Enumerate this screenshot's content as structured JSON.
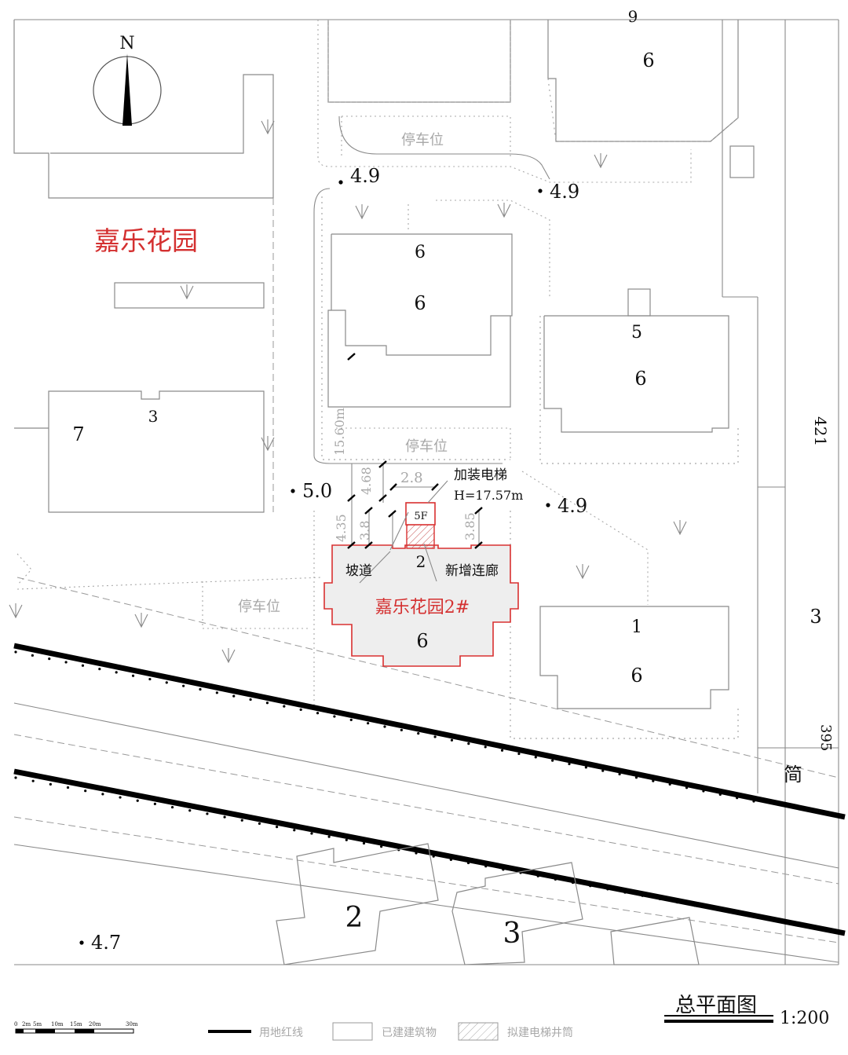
{
  "drawing": {
    "title": "总平面图",
    "scale": "1:200",
    "north_label": "N",
    "site_name": "嘉乐花园"
  },
  "target_building": {
    "name": "嘉乐花园2#",
    "floors": "6",
    "elevator_label": "加装电梯",
    "elevator_height": "H=17.57m",
    "elevator_stop": "5F",
    "label_ramp": "坡道",
    "label_corridor": "新增连廊",
    "entry_number": "2"
  },
  "dimensions": {
    "d_15_60": "15.60m",
    "d_4_68": "4.68",
    "d_2_8": "2.8",
    "d_4_35": "4.35",
    "d_3_8": "3.8",
    "d_3_85": "3.85"
  },
  "parking": {
    "p1": "停车位",
    "p2": "停车位",
    "p3": "停车位"
  },
  "elevations": {
    "e1": "4.9",
    "e2": "4.9",
    "e3": "5.0",
    "e4": "4.9",
    "e5": "4.7"
  },
  "building_numbers": {
    "top_right_no": "9",
    "top_right_fl": "6",
    "mid_no": "6",
    "mid_fl": "6",
    "right_no": "5",
    "right_fl": "6",
    "west_no": "3",
    "west_fl": "7",
    "east_no": "1",
    "east_fl": "6",
    "far_east_fl": "3",
    "south_a": "2",
    "south_b": "3"
  },
  "road_labels": {
    "r421": "421",
    "r395": "395",
    "simple": "简"
  },
  "scale_bar": {
    "ticks": [
      "0",
      "2m",
      "5m",
      "10m",
      "15m",
      "20m",
      "30m"
    ]
  },
  "legend": {
    "item1": "用地红线",
    "item2": "已建建筑物",
    "item3": "拟建电梯井筒"
  }
}
